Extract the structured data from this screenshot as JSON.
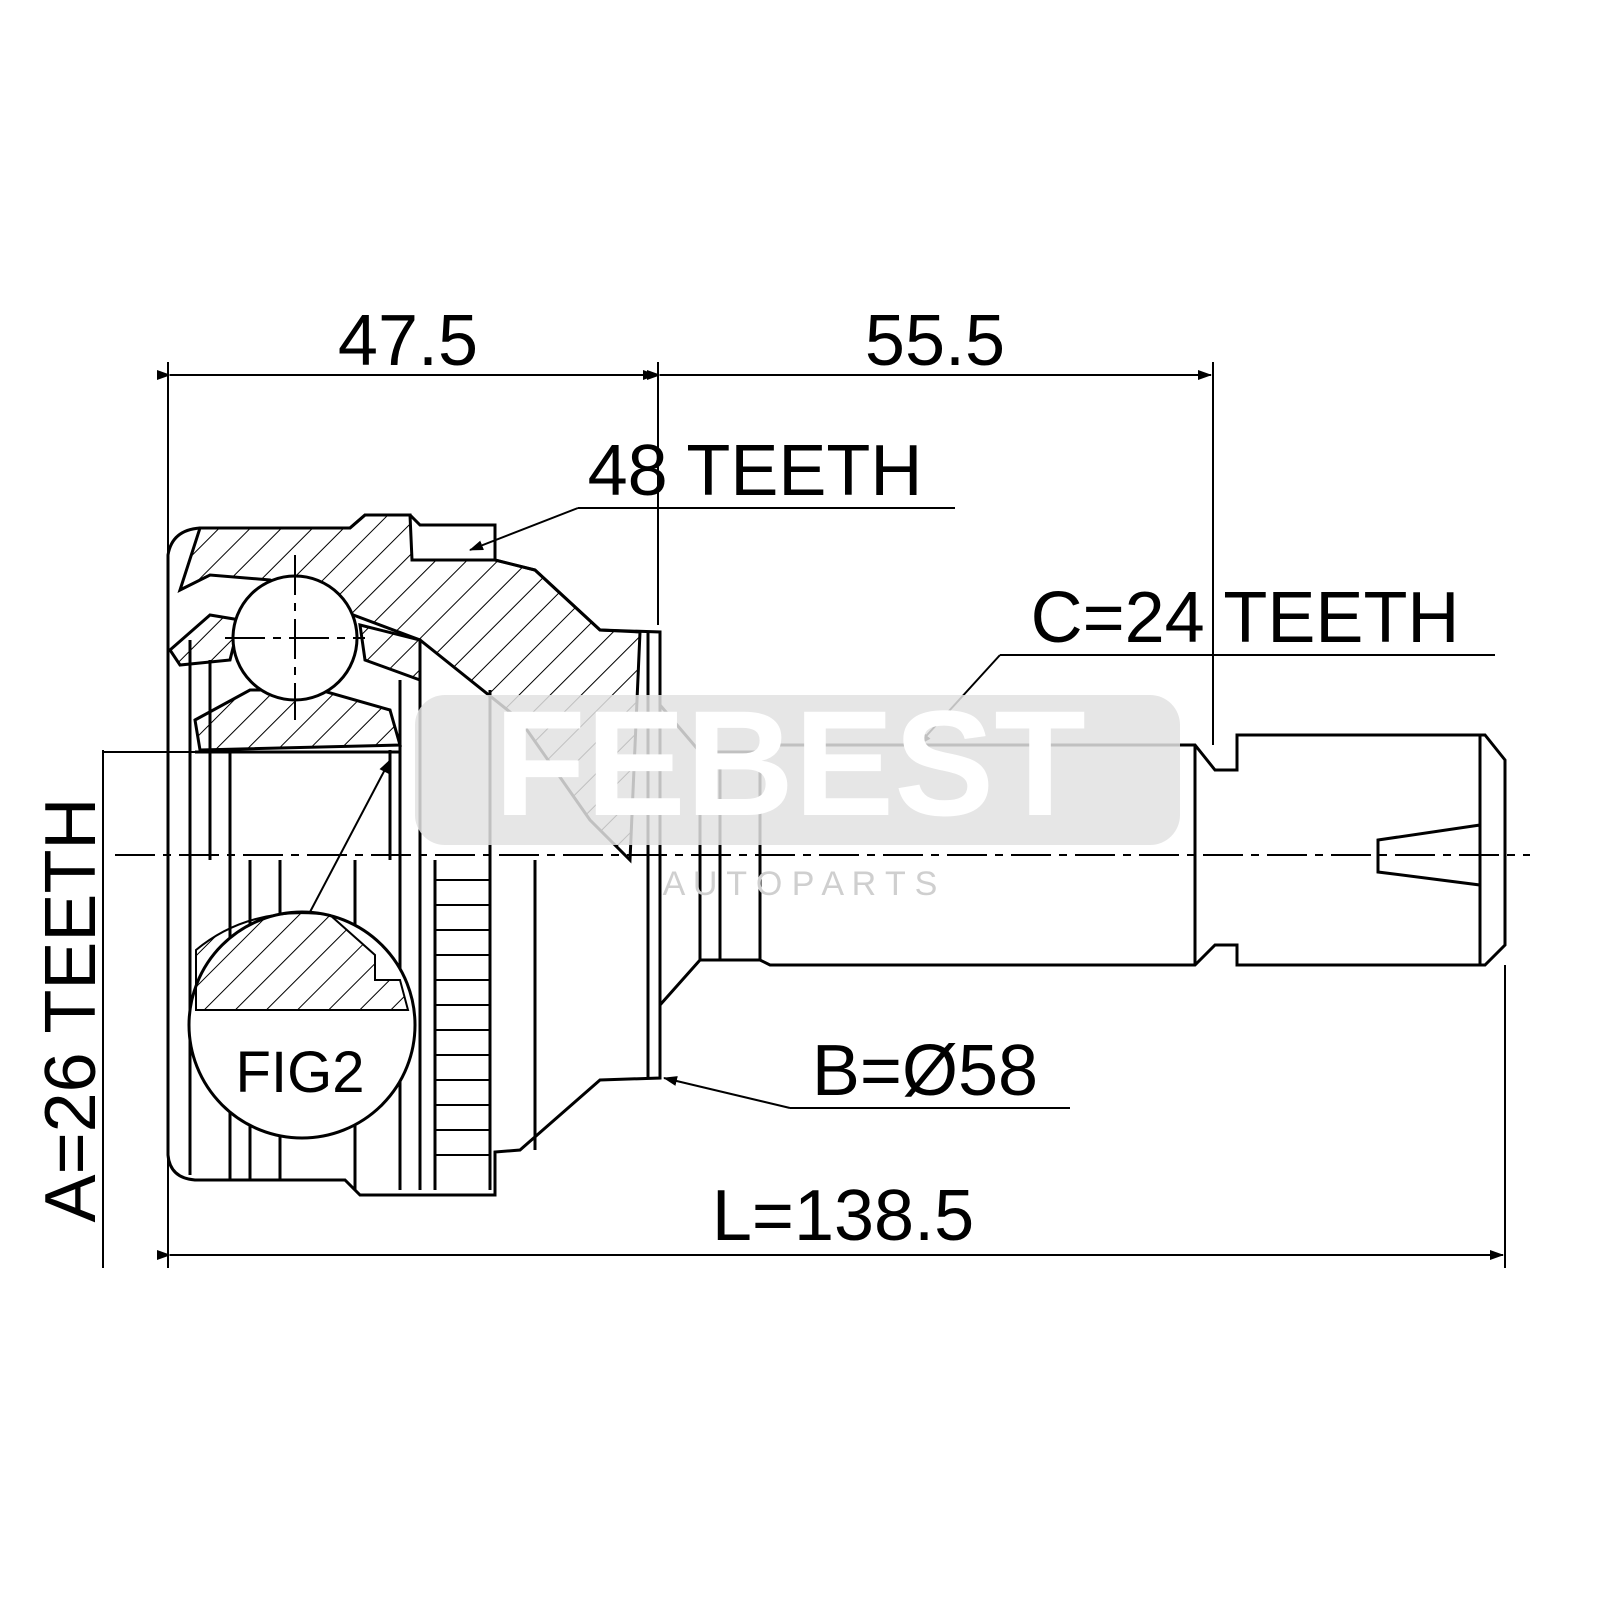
{
  "drawing": {
    "dimensions": {
      "outer_length": "47.5",
      "shaft_length": "55.5",
      "total_length": "L=138.5"
    },
    "callouts": {
      "abs_teeth": "48 TEETH",
      "outer_spline": "C=24 TEETH",
      "inner_spline": "A=26 TEETH",
      "seal_diameter": "B=Ø58",
      "figure": "FIG2"
    },
    "watermark": {
      "brand": "FEBEST",
      "tagline": "A U T O   P A R T S"
    },
    "colors": {
      "line": "#000000",
      "watermark": "#e2e2e2"
    }
  }
}
